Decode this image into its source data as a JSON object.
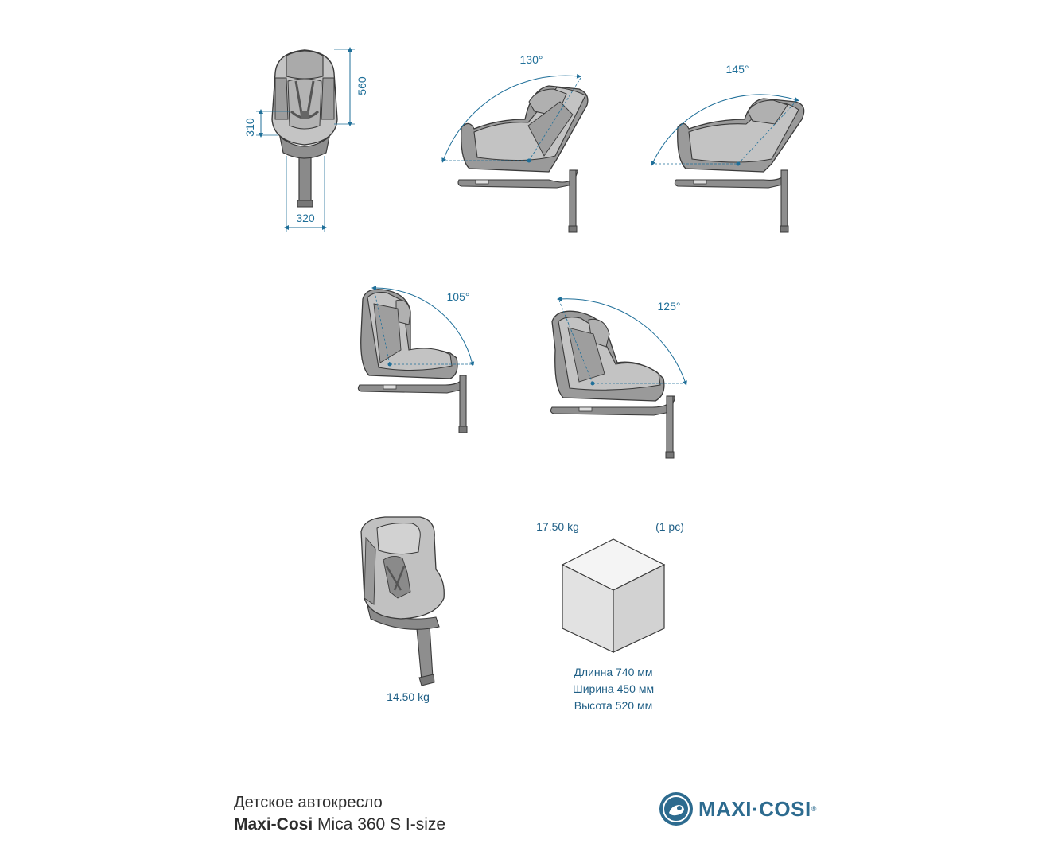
{
  "front_view": {
    "height_label": "560",
    "seat_height_label": "310",
    "width_label": "320"
  },
  "recline_views": [
    {
      "angle": "130°"
    },
    {
      "angle": "145°"
    },
    {
      "angle": "105°"
    },
    {
      "angle": "125°"
    }
  ],
  "seat_weight": "14.50 kg",
  "package": {
    "weight": "17.50 kg",
    "pieces": "(1 pc)",
    "length": "Длинна 740 мм",
    "width": "Ширина 450 мм",
    "height": "Высота 520 мм"
  },
  "caption": {
    "line1": "Детское автокресло",
    "brand": "Maxi-Cosi",
    "model": " Mica 360 S I-size"
  },
  "logo": {
    "text": "MAXI·COSI",
    "reg": "®"
  },
  "colors": {
    "dimension": "#1f6f99",
    "seat_light": "#b9b9b9",
    "seat_dark": "#8e8e8e",
    "outline": "#3a3a3a",
    "logo": "#2d6b8f"
  }
}
